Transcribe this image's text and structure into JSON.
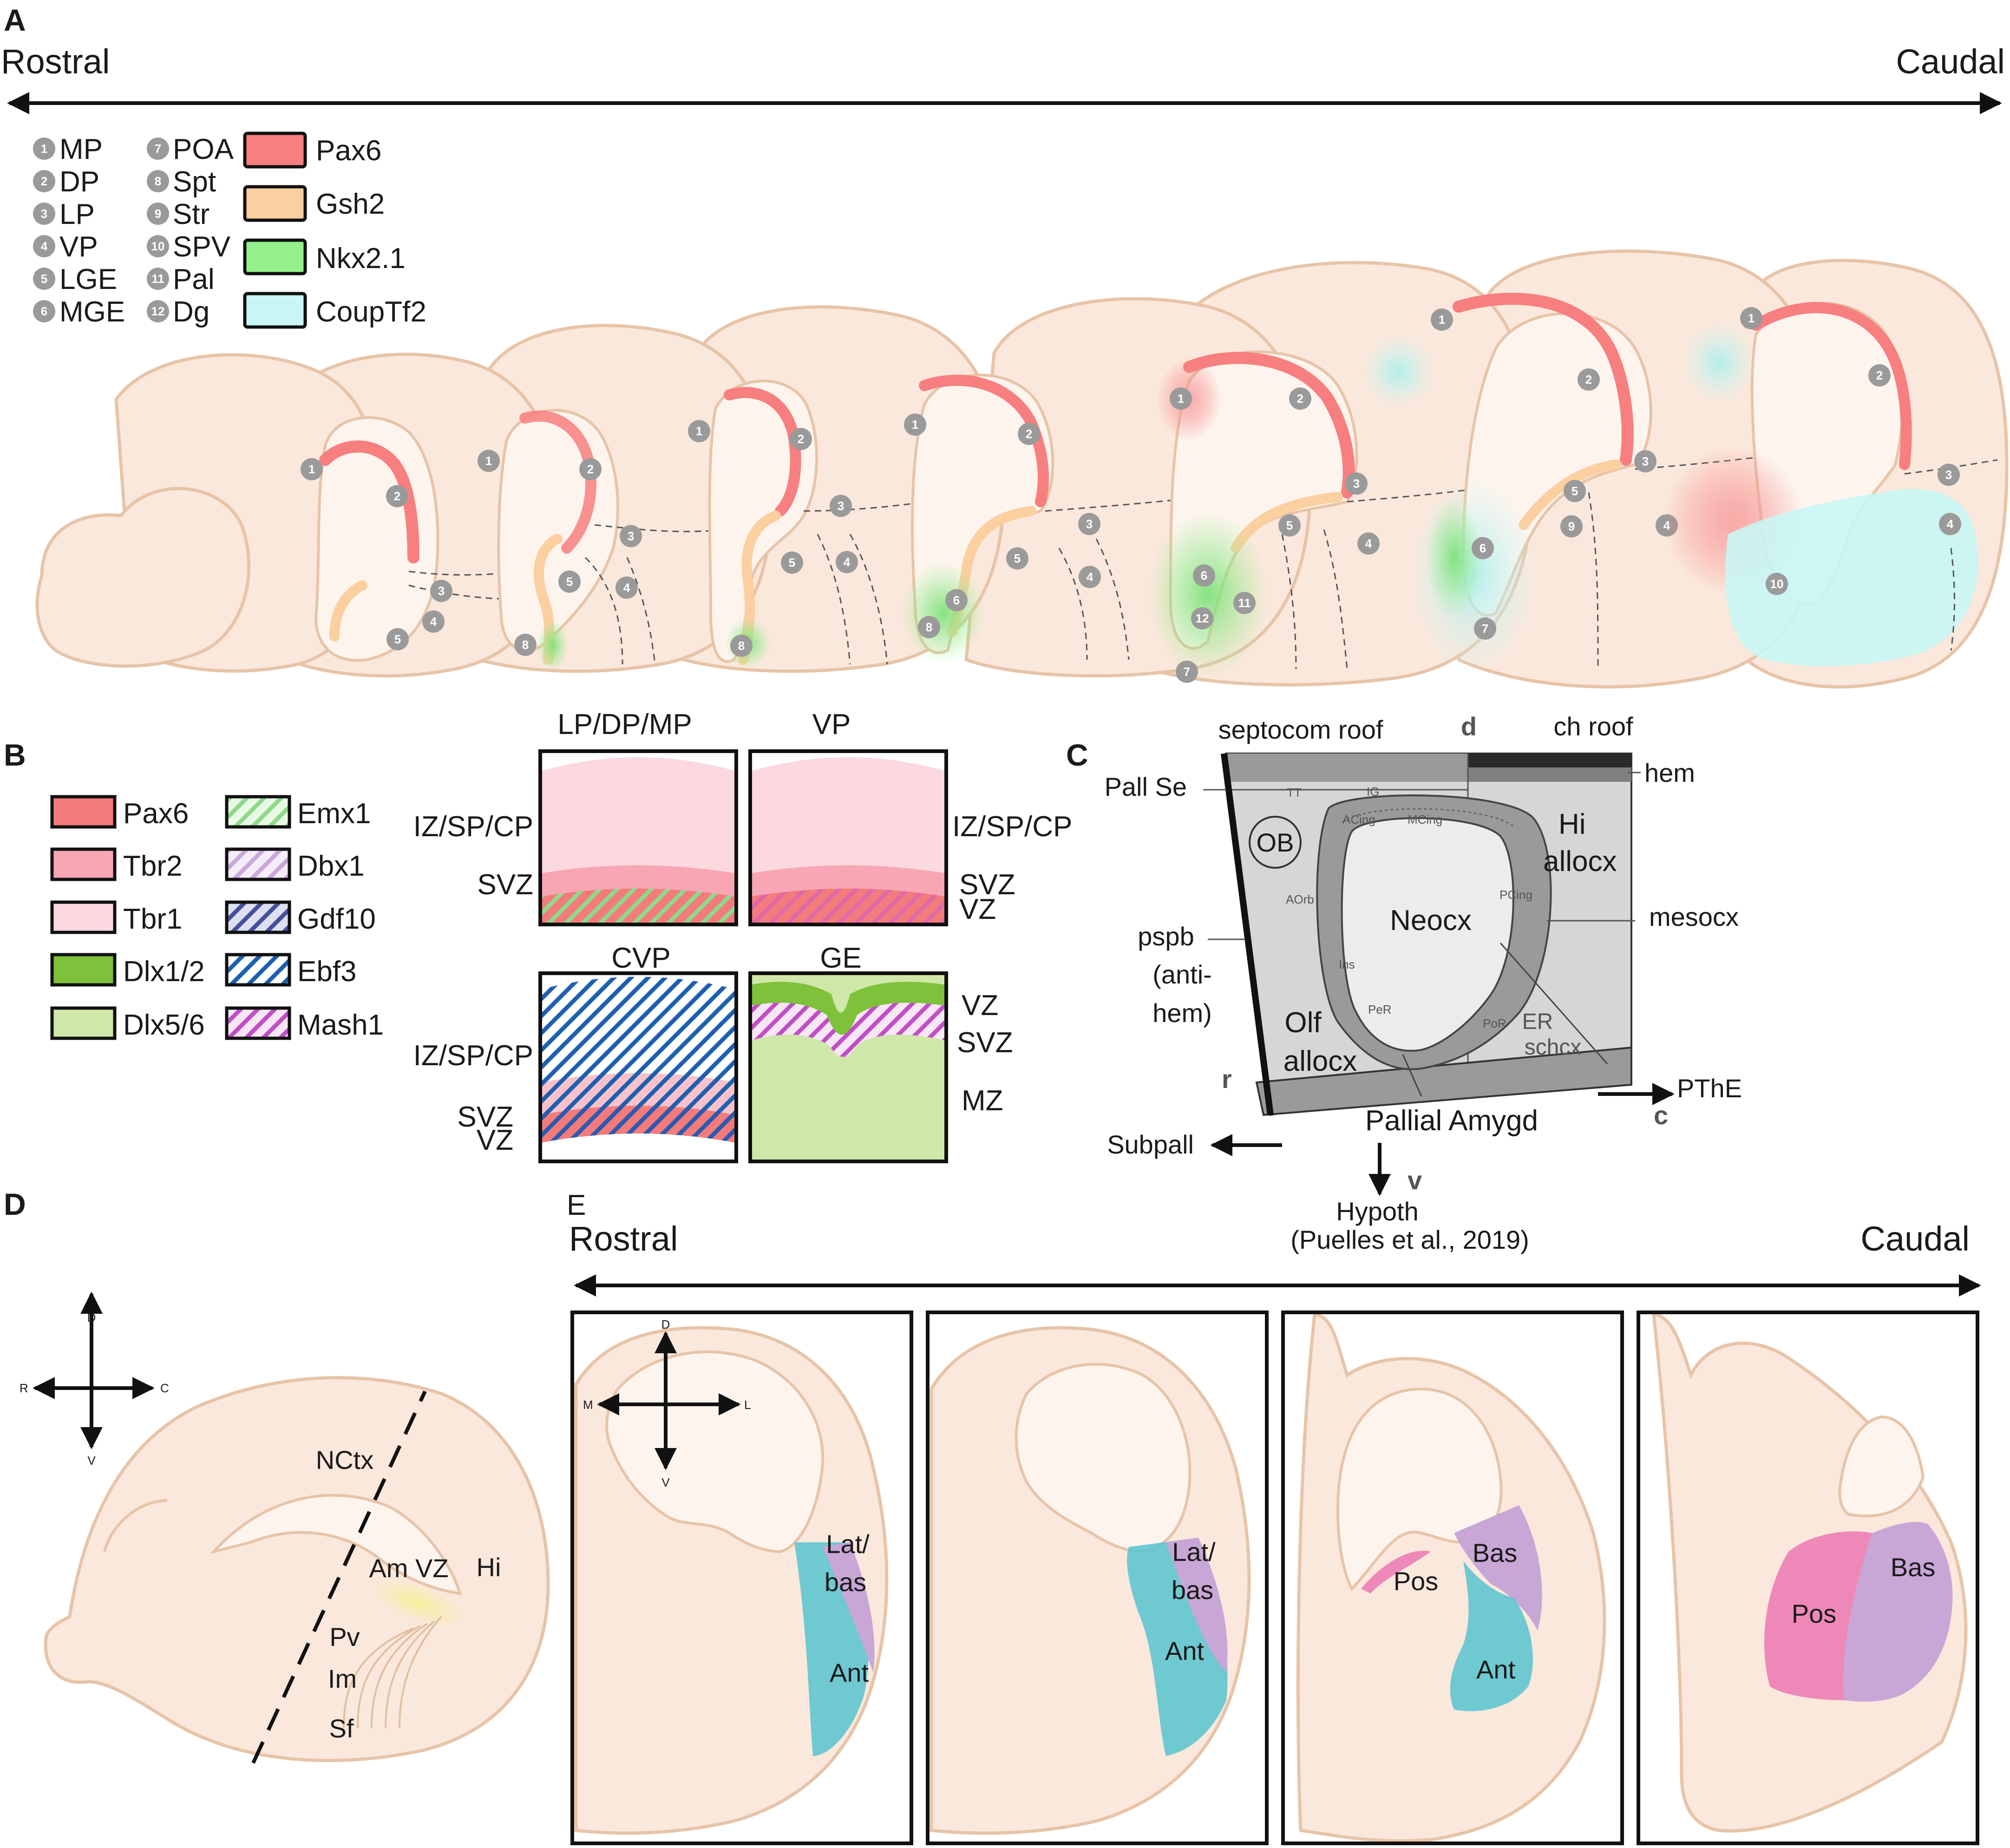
{
  "panels": {
    "A": "A",
    "B": "B",
    "C": "C",
    "D": "D",
    "E": "E"
  },
  "panel_a": {
    "axis_left": "Rostral",
    "axis_right": "Caudal",
    "region_key": [
      {
        "num": "1",
        "label": "MP"
      },
      {
        "num": "2",
        "label": "DP"
      },
      {
        "num": "3",
        "label": "LP"
      },
      {
        "num": "4",
        "label": "VP"
      },
      {
        "num": "5",
        "label": "LGE"
      },
      {
        "num": "6",
        "label": "MGE"
      },
      {
        "num": "7",
        "label": "POA"
      },
      {
        "num": "8",
        "label": "Spt"
      },
      {
        "num": "9",
        "label": "Str"
      },
      {
        "num": "10",
        "label": "SPV"
      },
      {
        "num": "11",
        "label": "Pal"
      },
      {
        "num": "12",
        "label": "Dg"
      }
    ],
    "gene_legend": [
      {
        "label": "Pax6",
        "color": "#f77f7f"
      },
      {
        "label": "Gsh2",
        "color": "#fbcf9f"
      },
      {
        "label": "Nkx2.1",
        "color": "#93f08b"
      },
      {
        "label": "CoupTf2",
        "color": "#c8f6f4"
      }
    ],
    "section_badges": [
      [
        "1",
        "2",
        "3",
        "4",
        "5"
      ],
      [
        "1",
        "2",
        "3",
        "4",
        "5",
        "8"
      ],
      [
        "1",
        "2",
        "3",
        "4",
        "5",
        "8"
      ],
      [
        "1",
        "2",
        "3",
        "4",
        "5",
        "6",
        "8"
      ],
      [
        "1",
        "2",
        "3",
        "4",
        "5",
        "6",
        "11",
        "12",
        "7"
      ],
      [
        "1",
        "2",
        "3",
        "4",
        "5",
        "9",
        "6",
        "7"
      ],
      [
        "1",
        "2",
        "3",
        "4",
        "10"
      ]
    ]
  },
  "panel_b": {
    "legend_left": [
      {
        "label": "Pax6",
        "color": "#f47b7b"
      },
      {
        "label": "Tbr2",
        "color": "#f8a6b4"
      },
      {
        "label": "Tbr1",
        "color": "#fbd9de"
      },
      {
        "label": "Dlx1/2",
        "color": "#7ec13a"
      },
      {
        "label": "Dlx5/6",
        "color": "#cfe7a8"
      }
    ],
    "legend_right": [
      {
        "label": "Emx1",
        "color": "#8ed98a"
      },
      {
        "label": "Dbx1",
        "color": "#c9a9d8"
      },
      {
        "label": "Gdf10",
        "color": "#45509c"
      },
      {
        "label": "Ebf3",
        "color": "#1e5fb0"
      },
      {
        "label": "Mash1",
        "color": "#c04fc6"
      }
    ],
    "boxes": {
      "lp": {
        "title": "LP/DP/MP",
        "iz": "IZ/SP/CP",
        "svz": "SVZ"
      },
      "vp": {
        "title": "VP",
        "iz": "IZ/SP/CP",
        "svz": "SVZ",
        "vz": "VZ"
      },
      "cvp": {
        "title": "CVP",
        "iz": "IZ/SP/CP",
        "svz": "SVZ",
        "vz": "VZ"
      },
      "ge": {
        "title": "GE",
        "vz": "VZ",
        "svz": "SVZ",
        "mz": "MZ"
      }
    }
  },
  "panel_c": {
    "septocom_roof": "septocom roof",
    "d": "d",
    "ch_roof": "ch roof",
    "hem": "hem",
    "pall_se": "Pall Se",
    "tt": "TT",
    "ig": "IG",
    "ob": "OB",
    "acing": "ACing",
    "mcing": "MCing",
    "aorb": "AOrb",
    "pcing": "PCing",
    "ins": "Ins",
    "per": "PeR",
    "por": "PoR",
    "neocx": "Neocx",
    "hi_allocx": [
      "Hi",
      "allocx"
    ],
    "mesocx": "mesocx",
    "pspb": [
      "pspb",
      "(anti-",
      "hem)"
    ],
    "olf_allocx": [
      "Olf",
      "allocx"
    ],
    "er_schcx": [
      "ER",
      "schcx"
    ],
    "pthe": "PThE",
    "r": "r",
    "c": "c",
    "pallial_amygd": "Pallial Amygd",
    "subpall": "Subpall",
    "v": "v",
    "hypoth": "Hypoth",
    "citation": "(Puelles et al., 2019)"
  },
  "panel_d": {
    "compass": {
      "d": "D",
      "v": "V",
      "r": "R",
      "c": "C"
    },
    "nctx": "NCtx",
    "am_vz": "Am VZ",
    "hi": "Hi",
    "pv": "Pv",
    "im": "Im",
    "sf": "Sf"
  },
  "panel_e": {
    "axis_left": "Rostral",
    "axis_right": "Caudal",
    "compass": {
      "d": "D",
      "v": "V",
      "m": "M",
      "l": "L"
    },
    "s1": {
      "lat_bas": [
        "Lat/",
        "bas"
      ],
      "ant": "Ant"
    },
    "s2": {
      "lat_bas": [
        "Lat/",
        "bas"
      ],
      "ant": "Ant"
    },
    "s3": {
      "pos": "Pos",
      "bas": "Bas",
      "ant": "Ant"
    },
    "s4": {
      "pos": "Pos",
      "bas": "Bas"
    },
    "colors": {
      "ant": "#5fc5cf",
      "bas": "#c8a6d6",
      "pos": "#ee88b8"
    }
  }
}
